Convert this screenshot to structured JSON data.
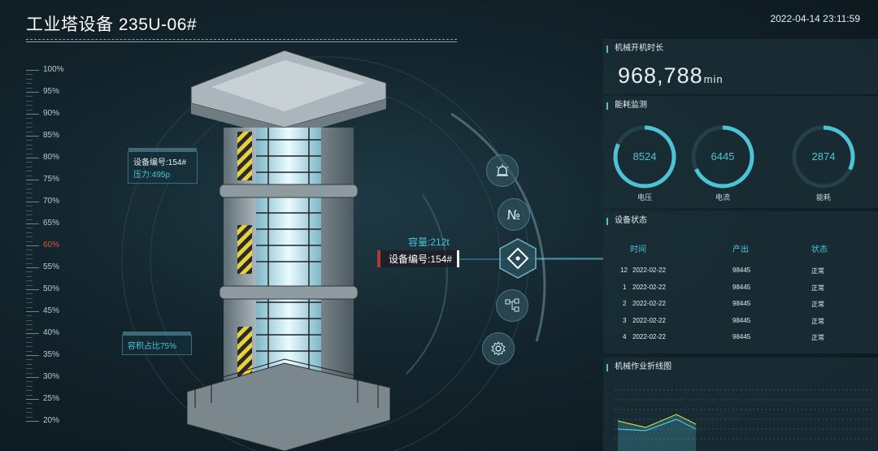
{
  "header": {
    "title": "工业塔设备 235U-06#",
    "datetime": "2022-04-14 23:11:59"
  },
  "ruler": {
    "labels": [
      "100%",
      "95%",
      "90%",
      "85%",
      "80%",
      "75%",
      "70%",
      "65%",
      "60%",
      "55%",
      "50%",
      "45%",
      "40%",
      "35%",
      "30%",
      "25%",
      "20%"
    ],
    "active_label": "60%"
  },
  "tags": {
    "device_box_line1": "设备编号:154#",
    "device_box_line2": "压力:495p",
    "volume_box": "容积占比75%",
    "capacity": "容量:212t",
    "device_tag": "设备编号:154#"
  },
  "side_icons": [
    "alarm-icon",
    "number-sign-icon",
    "target-diamond-icon",
    "flow-chart-icon",
    "settings-gear-icon"
  ],
  "runtime": {
    "title": "机械开机时长",
    "value": "968,788",
    "unit": "min"
  },
  "energy": {
    "title": "能耗监测",
    "gauges": [
      {
        "label": "电压",
        "value": "8524",
        "fraction": 0.82
      },
      {
        "label": "电流",
        "value": "6445",
        "fraction": 0.68
      },
      {
        "label": "能耗",
        "value": "2874",
        "fraction": 0.32
      }
    ]
  },
  "status": {
    "title": "设备状态",
    "headers": [
      "时间",
      "产出",
      "状态"
    ],
    "rows": [
      {
        "index": "12",
        "date": "2022-02-22",
        "output": "98445",
        "state": "正常"
      },
      {
        "index": "1",
        "date": "2022-02-22",
        "output": "98445",
        "state": "正常"
      },
      {
        "index": "2",
        "date": "2022-02-22",
        "output": "98445",
        "state": "正常"
      },
      {
        "index": "3",
        "date": "2022-02-22",
        "output": "98445",
        "state": "正常"
      },
      {
        "index": "4",
        "date": "2022-02-22",
        "output": "98445",
        "state": "正常"
      }
    ]
  },
  "line_chart": {
    "title": "机械作业折线图"
  },
  "colors": {
    "accent": "#4ec3d6",
    "alert": "#e2533e",
    "background": "#13242c",
    "panel": "#1a2e36"
  }
}
